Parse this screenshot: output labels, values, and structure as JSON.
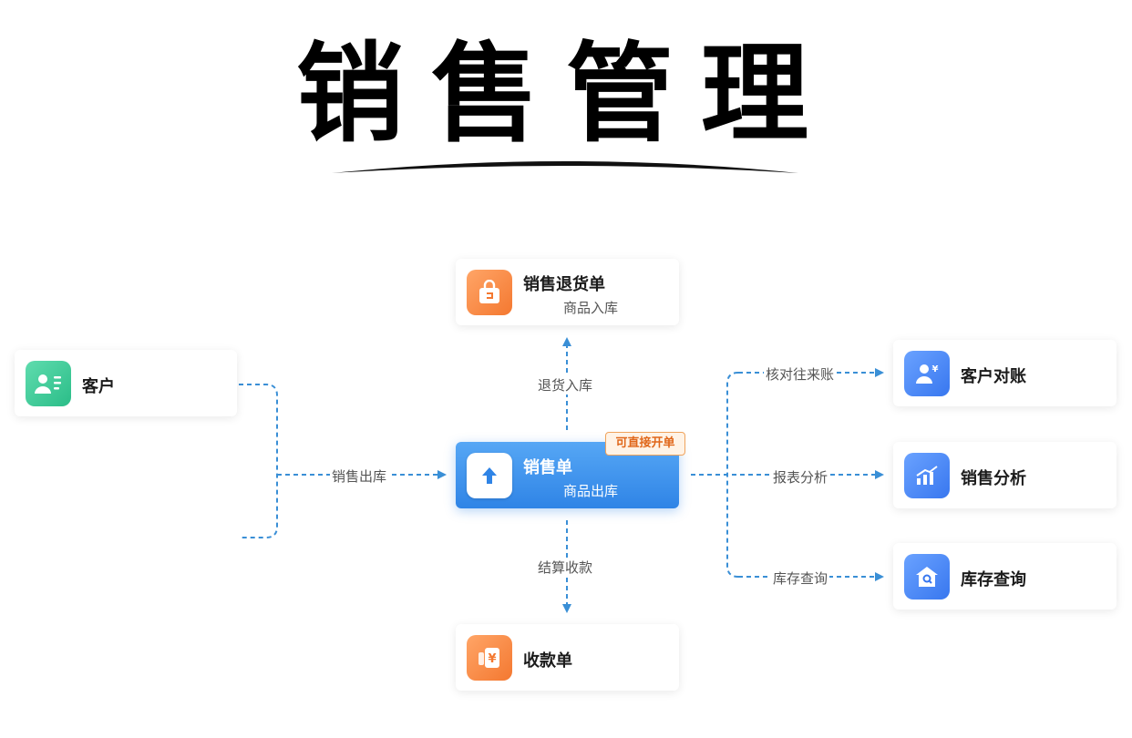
{
  "title": "销售管理",
  "center": {
    "title": "销售单",
    "sub": "商品出库",
    "badge": "可直接开单"
  },
  "top": {
    "title": "销售退货单",
    "sub": "商品入库"
  },
  "customer": {
    "title": "客户"
  },
  "bottom": {
    "title": "收款单"
  },
  "right": [
    {
      "title": "客户对账",
      "edge_label": "核对往来账"
    },
    {
      "title": "销售分析",
      "edge_label": "报表分析"
    },
    {
      "title": "库存查询",
      "edge_label": "库存查询"
    }
  ],
  "edges": {
    "return_in": "退货入库",
    "sales_out": "销售出库",
    "settle": "结算收款"
  },
  "colors": {
    "connector": "#3a8fd6",
    "center": "#3d8fea",
    "badge": "#e0671a"
  }
}
